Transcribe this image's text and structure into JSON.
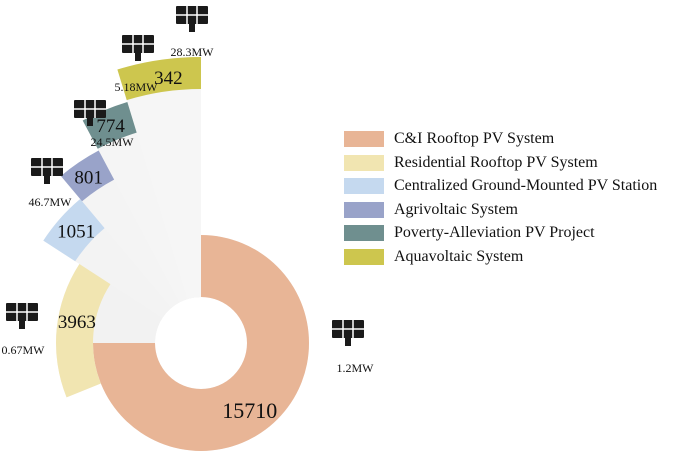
{
  "chart_data": {
    "type": "radial-bar",
    "series": [
      {
        "name": "C&I Rooftop PV System",
        "value": 15710,
        "color": "#E8B596",
        "label": "15710",
        "avg_capacity": "1.2MW",
        "icon": "commercial-building-solar-icon"
      },
      {
        "name": "Residential Rooftop PV System",
        "value": 3963,
        "color": "#F1E5B1",
        "label": "3963",
        "avg_capacity": "0.67MW",
        "icon": "house-solar-icon"
      },
      {
        "name": "Centralized Ground-Mounted PV Station",
        "value": 1051,
        "color": "#C5D9EF",
        "label": "1051",
        "avg_capacity": "46.7MW",
        "icon": "ground-solar-panel-icon"
      },
      {
        "name": "Agrivoltaic System",
        "value": 801,
        "color": "#99A3C9",
        "label": "801",
        "avg_capacity": "24.5MW",
        "icon": "agrivoltaic-icon"
      },
      {
        "name": "Poverty-Alleviation PV Project",
        "value": 774,
        "color": "#6F8F8F",
        "label": "774",
        "avg_capacity": "5.18MW",
        "icon": "person-solar-icon"
      },
      {
        "name": "Aquavoltaic System",
        "value": 342,
        "color": "#CDC64E",
        "label": "342",
        "avg_capacity": "28.3MW",
        "icon": "floating-solar-icon"
      }
    ]
  }
}
